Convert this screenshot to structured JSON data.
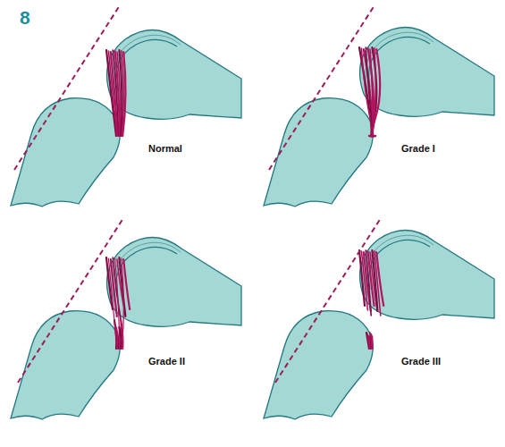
{
  "diagram": {
    "labels": [
      "8",
      "Normal",
      "Grade I",
      "Grade II",
      "Grade III"
    ]
  }
}
